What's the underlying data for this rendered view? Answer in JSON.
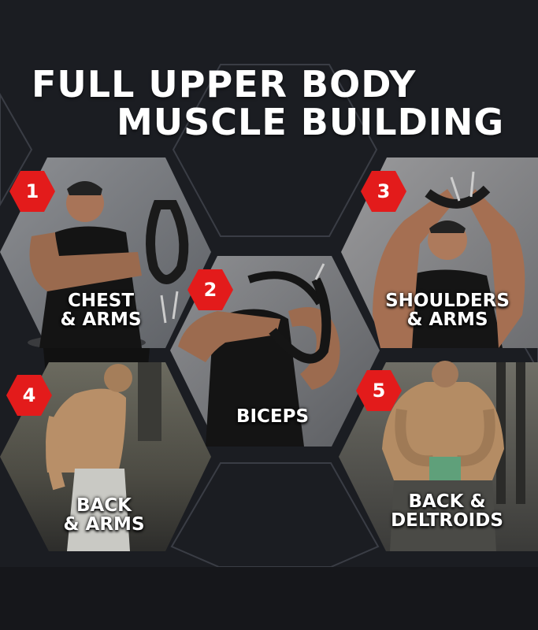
{
  "title": {
    "line1": "FULL UPPER BODY",
    "line2": "MUSCLE BUILDING"
  },
  "exercises": [
    {
      "number": "1",
      "label_line1": "CHEST",
      "label_line2": "& ARMS"
    },
    {
      "number": "2",
      "label_line1": "BICEPS",
      "label_line2": ""
    },
    {
      "number": "3",
      "label_line1": "SHOULDERS",
      "label_line2": "& ARMS"
    },
    {
      "number": "4",
      "label_line1": "BACK",
      "label_line2": "& ARMS"
    },
    {
      "number": "5",
      "label_line1": "BACK &",
      "label_line2": "DELTROIDS"
    }
  ],
  "colors": {
    "background": "#1b1d22",
    "badge": "#e31b1b",
    "hex_outline": "#2e3138",
    "text": "#ffffff"
  }
}
